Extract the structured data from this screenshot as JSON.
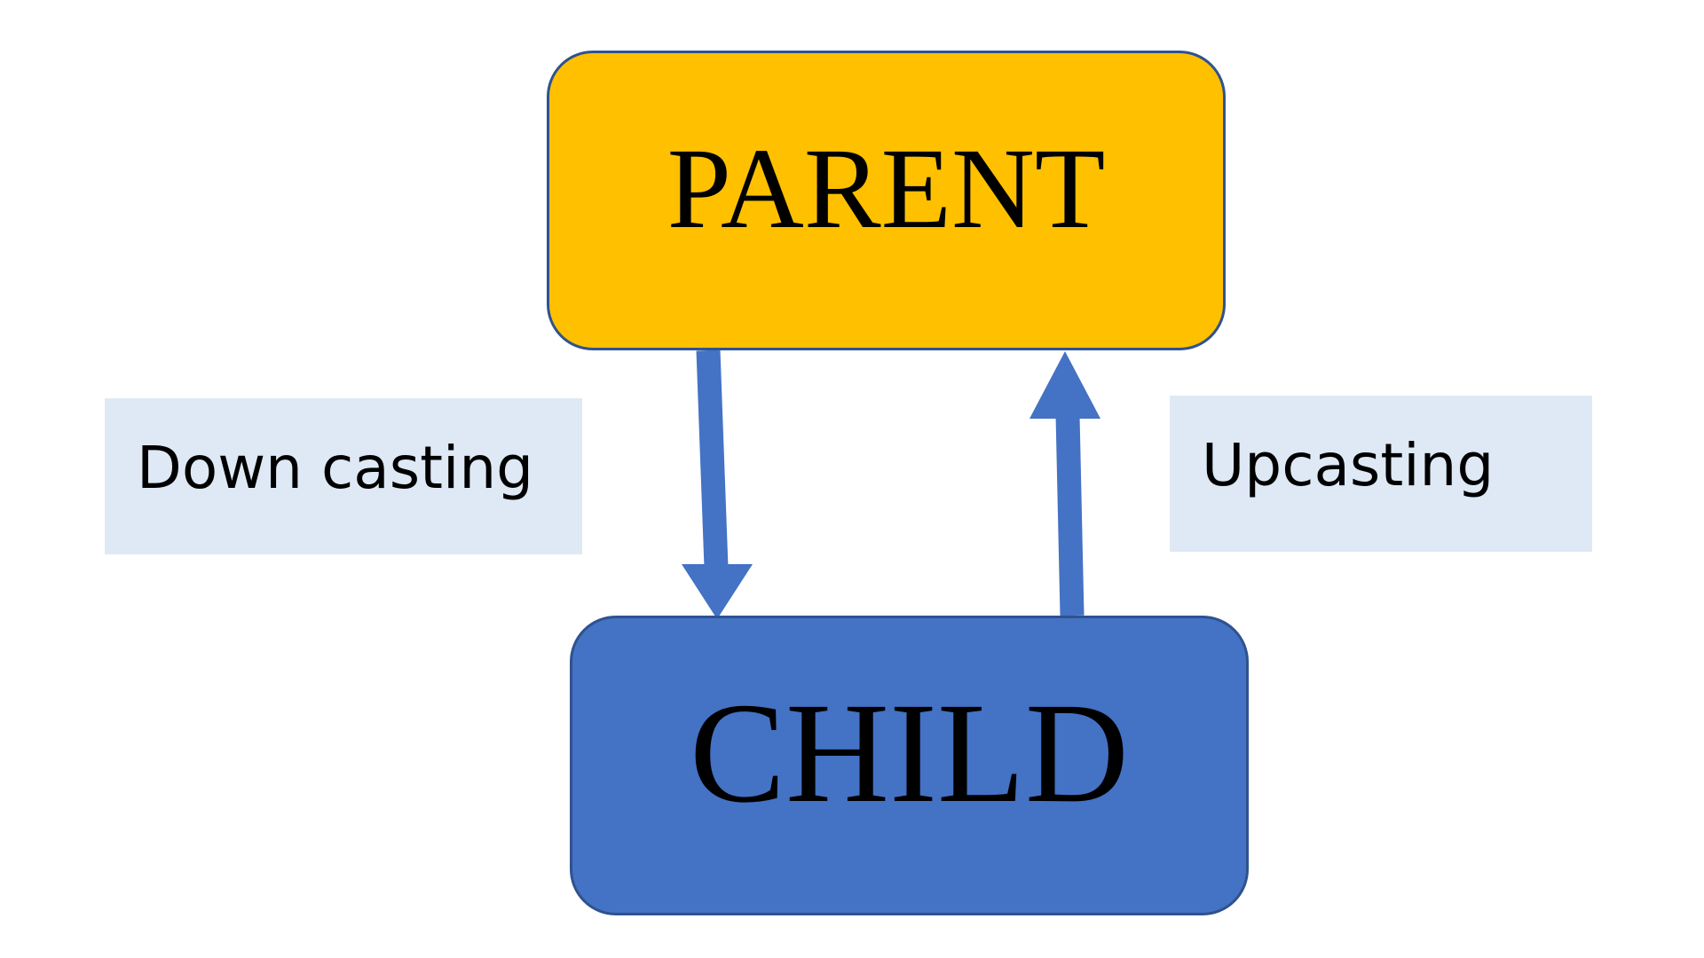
{
  "nodes": {
    "parent": {
      "label": "PARENT",
      "fill": "#ffc000"
    },
    "child": {
      "label": "CHILD",
      "fill": "#4472c4"
    }
  },
  "edges": [
    {
      "from": "PARENT",
      "to": "CHILD",
      "label": "Down casting"
    },
    {
      "from": "CHILD",
      "to": "PARENT",
      "label": "Upcasting"
    }
  ],
  "colors": {
    "arrow": "#4472c4",
    "node_border": "#2f528f",
    "label_background": "#dee9f5"
  }
}
